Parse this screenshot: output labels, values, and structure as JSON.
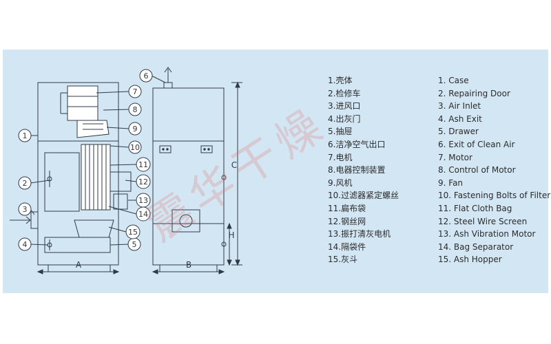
{
  "callouts": [
    "1",
    "2",
    "3",
    "4",
    "5",
    "6",
    "7",
    "8",
    "9",
    "10",
    "11",
    "12",
    "13",
    "14",
    "15"
  ],
  "dimensions": {
    "a": "A",
    "b": "B",
    "c": "C",
    "h": "H"
  },
  "legend_cn": [
    "1.壳体",
    "2.检修车",
    "3.进风口",
    "4.出灰门",
    "5.抽屉",
    "6.洁净空气出口",
    "7.电机",
    "8.电器控制装置",
    "9.风机",
    "10.过滤器紧定螺丝",
    "11.扁布袋",
    "12.钢丝网",
    "13.振打清灰电机",
    "14.隔袋件",
    "15.灰斗"
  ],
  "legend_en": [
    "1. Case",
    "2. Repairing Door",
    "3. Air Inlet",
    "4. Ash Exit",
    "5. Drawer",
    "6. Exit of Clean Air",
    "7. Motor",
    "8. Control of Motor",
    "9. Fan",
    "10. Fastening Bolts of Filter",
    "11. Flat Cloth Bag",
    "12. Steel Wire Screen",
    "13. Ash Vibration Motor",
    "14. Bag Separator",
    "15. Ash Hopper"
  ],
  "watermark": "震华干燥",
  "colors": {
    "panel": "#d3e6f3",
    "line": "#2f3a44",
    "watermark": "#e07c7c"
  }
}
